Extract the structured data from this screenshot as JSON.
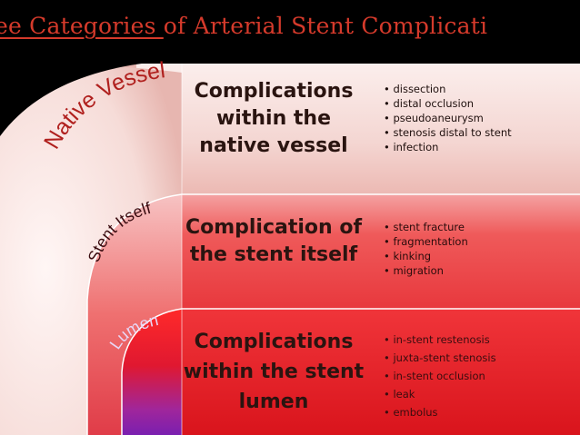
{
  "title": {
    "underlined": "ee Categories ",
    "rest": "of Arterial Stent Complicati"
  },
  "layers": {
    "outer": "Native Vessel",
    "middle": "Stent Itself",
    "inner": "Lumen"
  },
  "rows": [
    {
      "category": "Complications within the native vessel",
      "items": [
        "dissection",
        "distal occlusion",
        "pseudoaneurysm",
        "stenosis distal to stent",
        "infection"
      ]
    },
    {
      "category": "Complication of the stent itself",
      "items": [
        "stent fracture",
        "fragmentation",
        "kinking",
        "migration"
      ]
    },
    {
      "category": "Complications within the stent lumen",
      "items": [
        "in-stent restenosis",
        "juxta-stent stenosis",
        "in-stent occlusion",
        "leak",
        "embolus"
      ]
    }
  ],
  "colors": {
    "background": "#000000",
    "title": "#d53a2b",
    "row1": "#f6e2df",
    "row2": "#ef4b4b",
    "row3": "#e2121a",
    "inner_purple": "#8a22a8"
  }
}
